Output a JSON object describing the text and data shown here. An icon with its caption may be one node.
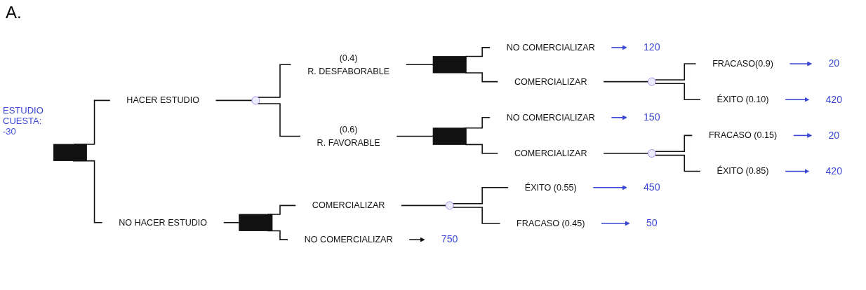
{
  "diagram": {
    "title": "A.",
    "nodes": [
      {
        "text": [],
        "shape": "box"
      },
      {
        "text": [
          "HACER ESTUDIO"
        ]
      },
      {
        "text": [],
        "shape": "circle"
      },
      {
        "text": [
          "R. DESFABORABLE"
        ],
        "beside": [
          "(0.4)"
        ]
      },
      {
        "text": [],
        "shape": "box"
      },
      {
        "text": [
          "NO COMERCIALIZAR"
        ]
      },
      {
        "text": [
          "120"
        ]
      },
      {
        "text": [
          "COMERCIALIZAR"
        ]
      },
      {
        "text": [],
        "shape": "circle"
      },
      {
        "text": [
          "FRACASO(0.9)"
        ]
      },
      {
        "text": [
          "20"
        ]
      },
      {
        "text": [
          "ÉXITO (0.10)"
        ]
      },
      {
        "text": [
          "420"
        ]
      },
      {
        "text": [
          "R. FAVORABLE"
        ],
        "beside": [
          "(0.6)"
        ]
      },
      {
        "text": [],
        "shape": "box"
      },
      {
        "text": [
          "NO COMERCIALIZAR"
        ]
      },
      {
        "text": [
          "150"
        ]
      },
      {
        "text": [
          "COMERCIALIZAR"
        ]
      },
      {
        "text": [],
        "shape": "circle"
      },
      {
        "text": [
          "FRACASO (0.15)"
        ]
      },
      {
        "text": [
          "20"
        ]
      },
      {
        "text": [
          "ÉXITO (0.85)"
        ]
      },
      {
        "text": [
          "420"
        ]
      },
      {
        "text": [
          "NO HACER ESTUDIO"
        ]
      },
      {
        "text": [],
        "shape": "box"
      },
      {
        "text": [
          "COMERCIALIZAR"
        ]
      },
      {
        "text": [],
        "shape": "circle"
      },
      {
        "text": [
          "ÉXITO (0.55)"
        ]
      },
      {
        "text": [
          "450"
        ]
      },
      {
        "text": [
          "FRACASO (0.45)"
        ]
      },
      {
        "text": [
          "50"
        ]
      },
      {
        "text": [
          "NO COMERCIALIZAR"
        ]
      },
      {
        "text": [
          "750"
        ]
      }
    ],
    "edges": [
      {
        "from": 0,
        "to": 1,
        "arrow": "none"
      },
      {
        "from": 1,
        "to": 2,
        "arrow": "none"
      },
      {
        "from": 2,
        "to": 3,
        "arrow": "none"
      },
      {
        "from": 2,
        "to": 13,
        "arrow": "none"
      },
      {
        "from": 3,
        "to": 4,
        "arrow": "none"
      },
      {
        "from": 4,
        "to": 5,
        "arrow": "none"
      },
      {
        "from": 4,
        "to": 7,
        "arrow": "none"
      },
      {
        "from": 5,
        "to": 6,
        "arrow": "to",
        "color": "#3a47d5"
      },
      {
        "from": 7,
        "to": 8,
        "arrow": "none"
      },
      {
        "from": 8,
        "to": 9,
        "arrow": "none"
      },
      {
        "from": 8,
        "to": 11,
        "arrow": "none"
      },
      {
        "from": 9,
        "to": 10,
        "arrow": "to",
        "color": "#3a47d5"
      },
      {
        "from": 11,
        "to": 12,
        "arrow": "to",
        "color": "#3a47d5"
      },
      {
        "from": 13,
        "to": 14,
        "arrow": "none"
      },
      {
        "from": 14,
        "to": 15,
        "arrow": "none"
      },
      {
        "from": 14,
        "to": 17,
        "arrow": "none"
      },
      {
        "from": 15,
        "to": 16,
        "arrow": "to",
        "color": "#3a47d5"
      },
      {
        "from": 17,
        "to": 18,
        "arrow": "none"
      },
      {
        "from": 18,
        "to": 19,
        "arrow": "none"
      },
      {
        "from": 18,
        "to": 21,
        "arrow": "none"
      },
      {
        "from": 19,
        "to": 20,
        "arrow": "to",
        "color": "#3a47d5"
      },
      {
        "from": 21,
        "to": 22,
        "arrow": "to",
        "color": "#3a47d5"
      },
      {
        "from": 0,
        "to": 23,
        "arrow": "none"
      },
      {
        "from": 23,
        "to": 24,
        "arrow": "none"
      },
      {
        "from": 24,
        "to": 25,
        "arrow": "none"
      },
      {
        "from": 24,
        "to": 31,
        "arrow": "none"
      },
      {
        "from": 25,
        "to": 26,
        "arrow": "none"
      },
      {
        "from": 26,
        "to": 27,
        "arrow": "none"
      },
      {
        "from": 26,
        "to": 29,
        "arrow": "none"
      },
      {
        "from": 27,
        "to": 28,
        "arrow": "to",
        "color": "#3a47d5"
      },
      {
        "from": 29,
        "to": 30,
        "arrow": "to",
        "color": "#3a47d5"
      },
      {
        "from": 31,
        "to": 32,
        "arrow": "to"
      }
    ],
    "labels": [
      "ESTUDIO CUESTA: -30"
    ]
  }
}
